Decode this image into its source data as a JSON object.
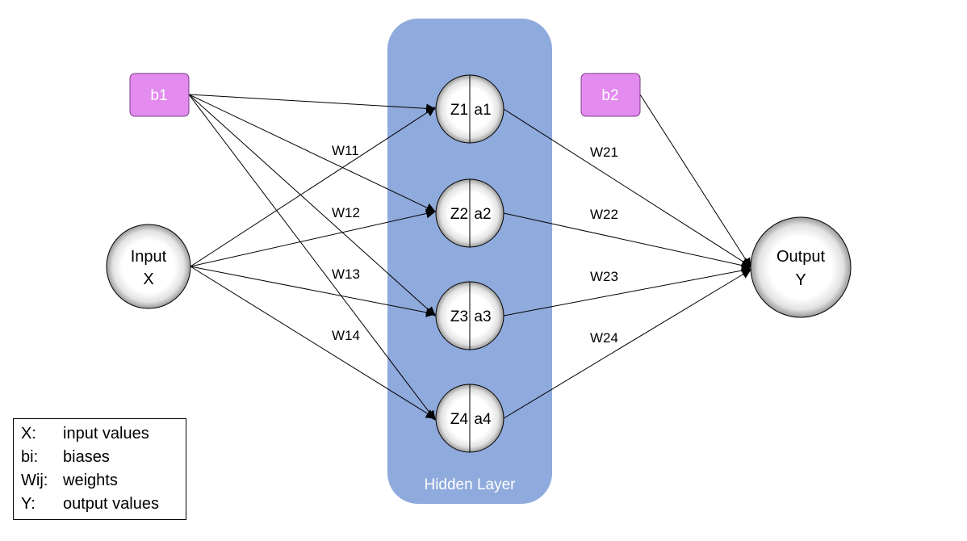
{
  "nodes": {
    "input": {
      "line1": "Input",
      "line2": "X"
    },
    "output": {
      "line1": "Output",
      "line2": "Y"
    },
    "bias1": "b1",
    "bias2": "b2",
    "hidden": [
      {
        "z": "Z1",
        "a": "a1"
      },
      {
        "z": "Z2",
        "a": "a2"
      },
      {
        "z": "Z3",
        "a": "a3"
      },
      {
        "z": "Z4",
        "a": "a4"
      }
    ]
  },
  "hidden_layer_label": "Hidden Layer",
  "weights_in": [
    "W11",
    "W12",
    "W13",
    "W14"
  ],
  "weights_out": [
    "W21",
    "W22",
    "W23",
    "W24"
  ],
  "legend": [
    {
      "key": "X:",
      "desc": "input values"
    },
    {
      "key": "bi:",
      "desc": "biases"
    },
    {
      "key": "Wij:",
      "desc": "weights"
    },
    {
      "key": "Y:",
      "desc": "output values"
    }
  ],
  "colors": {
    "hidden_panel": "#8FAADC",
    "bias_box": "#E38BEF",
    "bias_box_border": "#7A3F86",
    "bias_text": "#FFFFFF",
    "panel_text": "#FFFFFF",
    "edge": "#000000"
  }
}
